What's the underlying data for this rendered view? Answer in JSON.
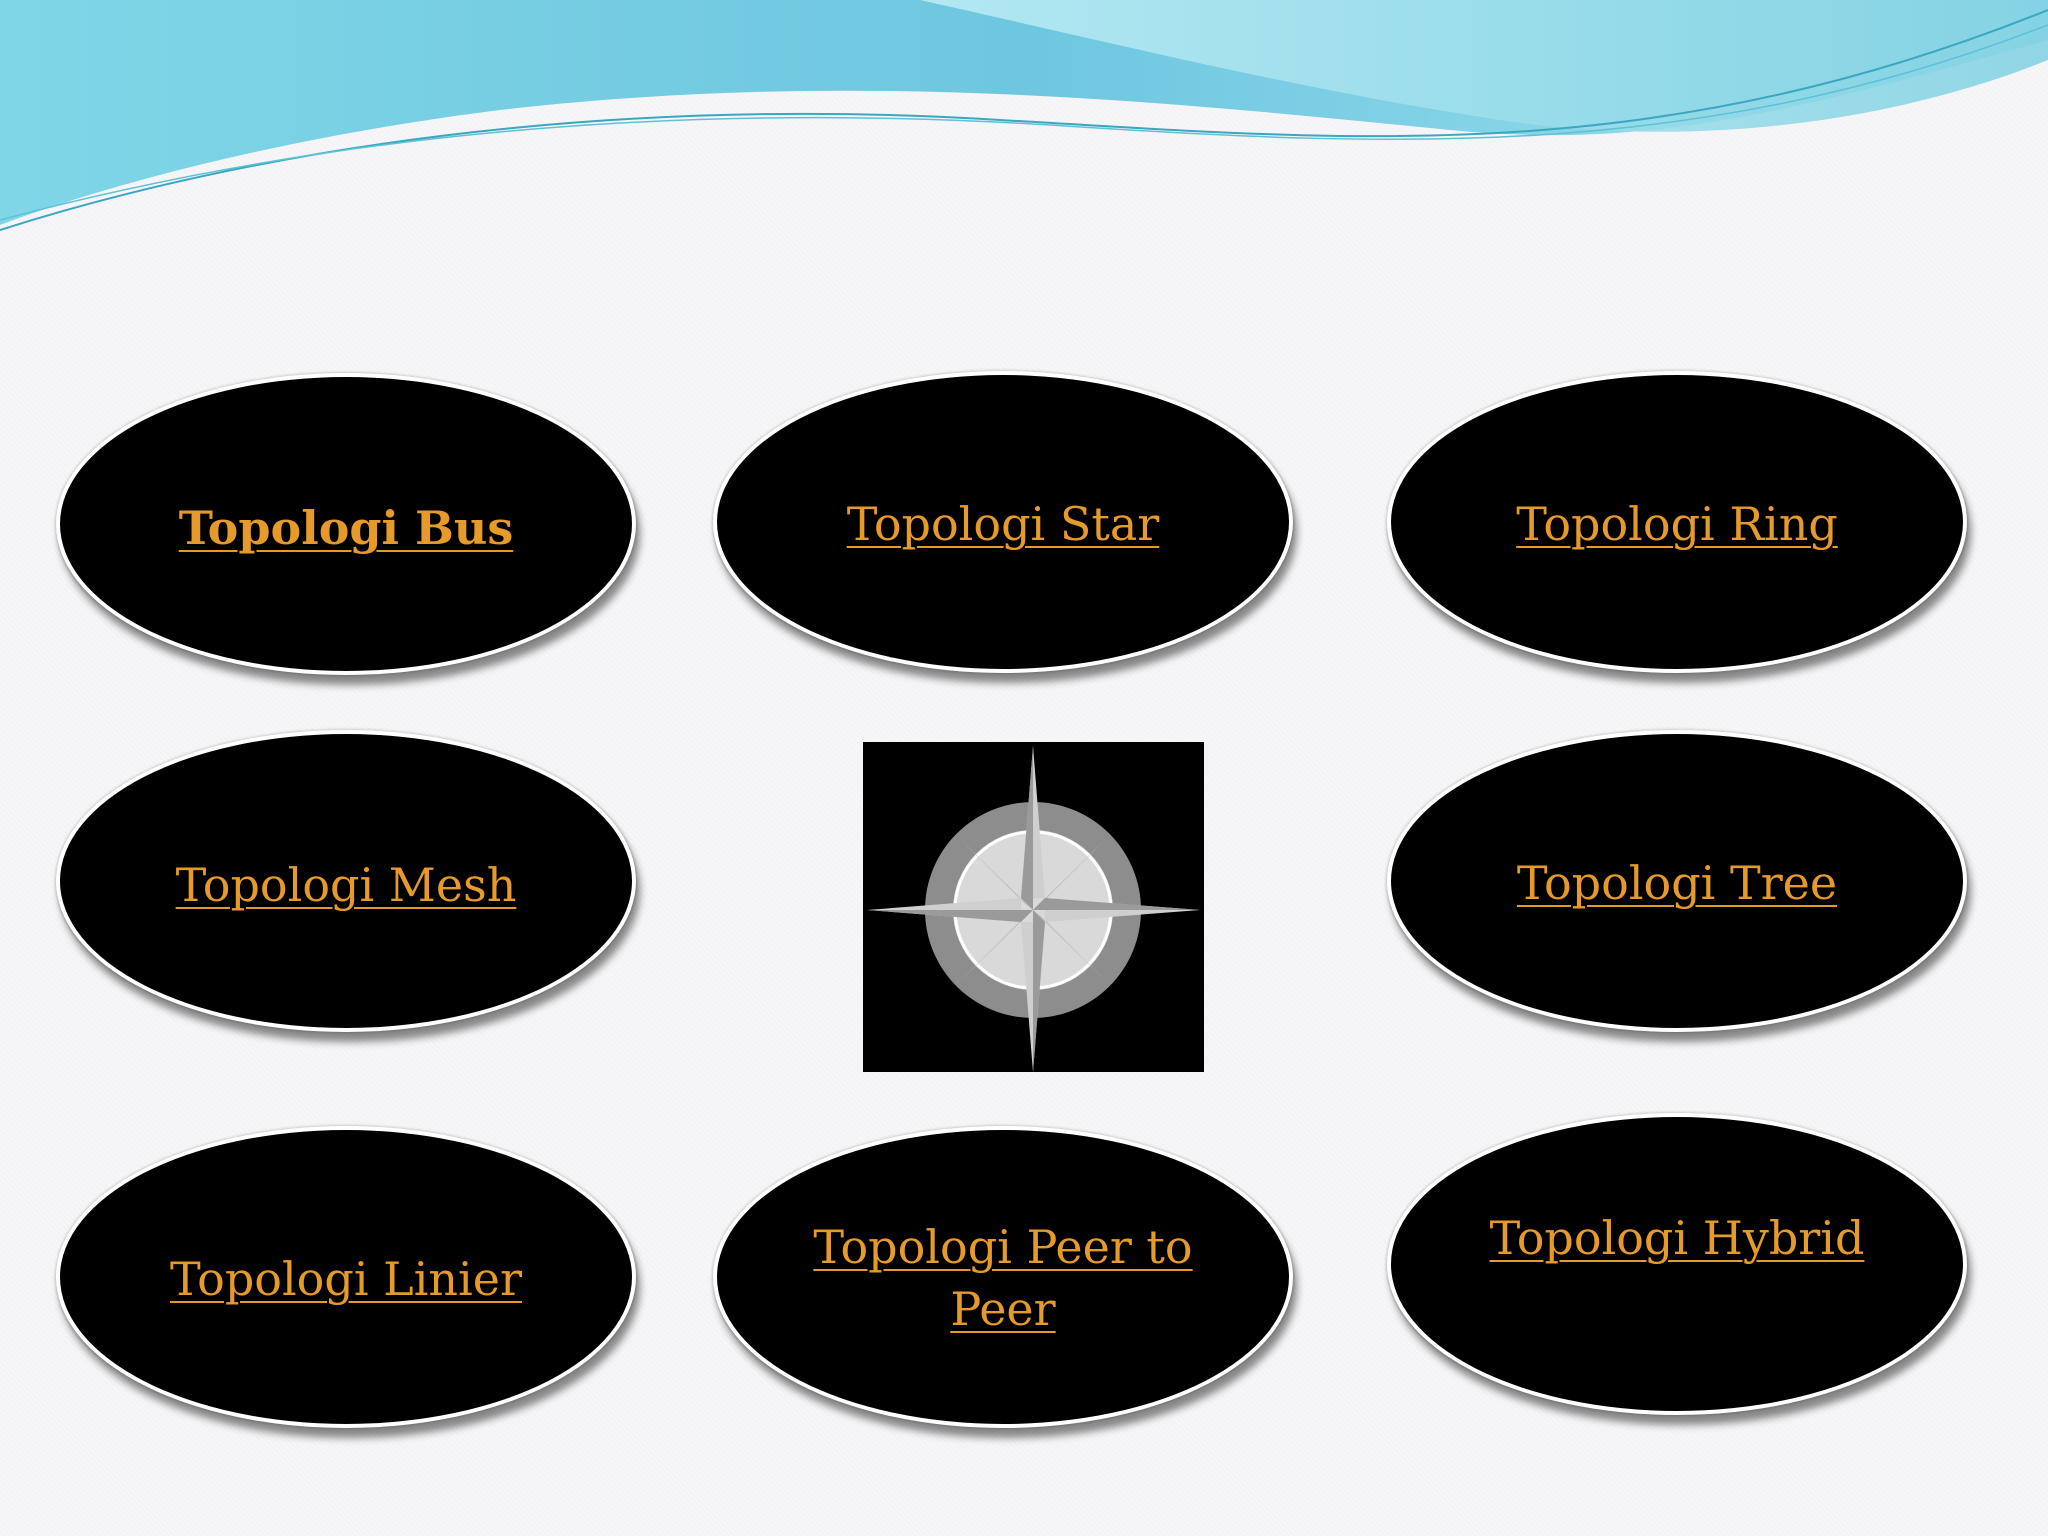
{
  "topologies": [
    {
      "label": "Topologi Bus",
      "bold": true
    },
    {
      "label": "Topologi Star"
    },
    {
      "label": "Topologi Ring"
    },
    {
      "label": "Topologi Mesh"
    },
    {
      "label": "Topologi Tree"
    },
    {
      "label": "Topologi Linier"
    },
    {
      "label": "Topologi Peer to Peer"
    },
    {
      "label": "Topologi Hybrid"
    }
  ],
  "center_image": {
    "icon": "compass-rose-icon"
  },
  "colors": {
    "oval_fill": "#000000",
    "link_text": "#e59a2a",
    "wave_light": "#a8e3ee",
    "wave_dark": "#5bbfd8",
    "background": "#f6f6f8"
  }
}
